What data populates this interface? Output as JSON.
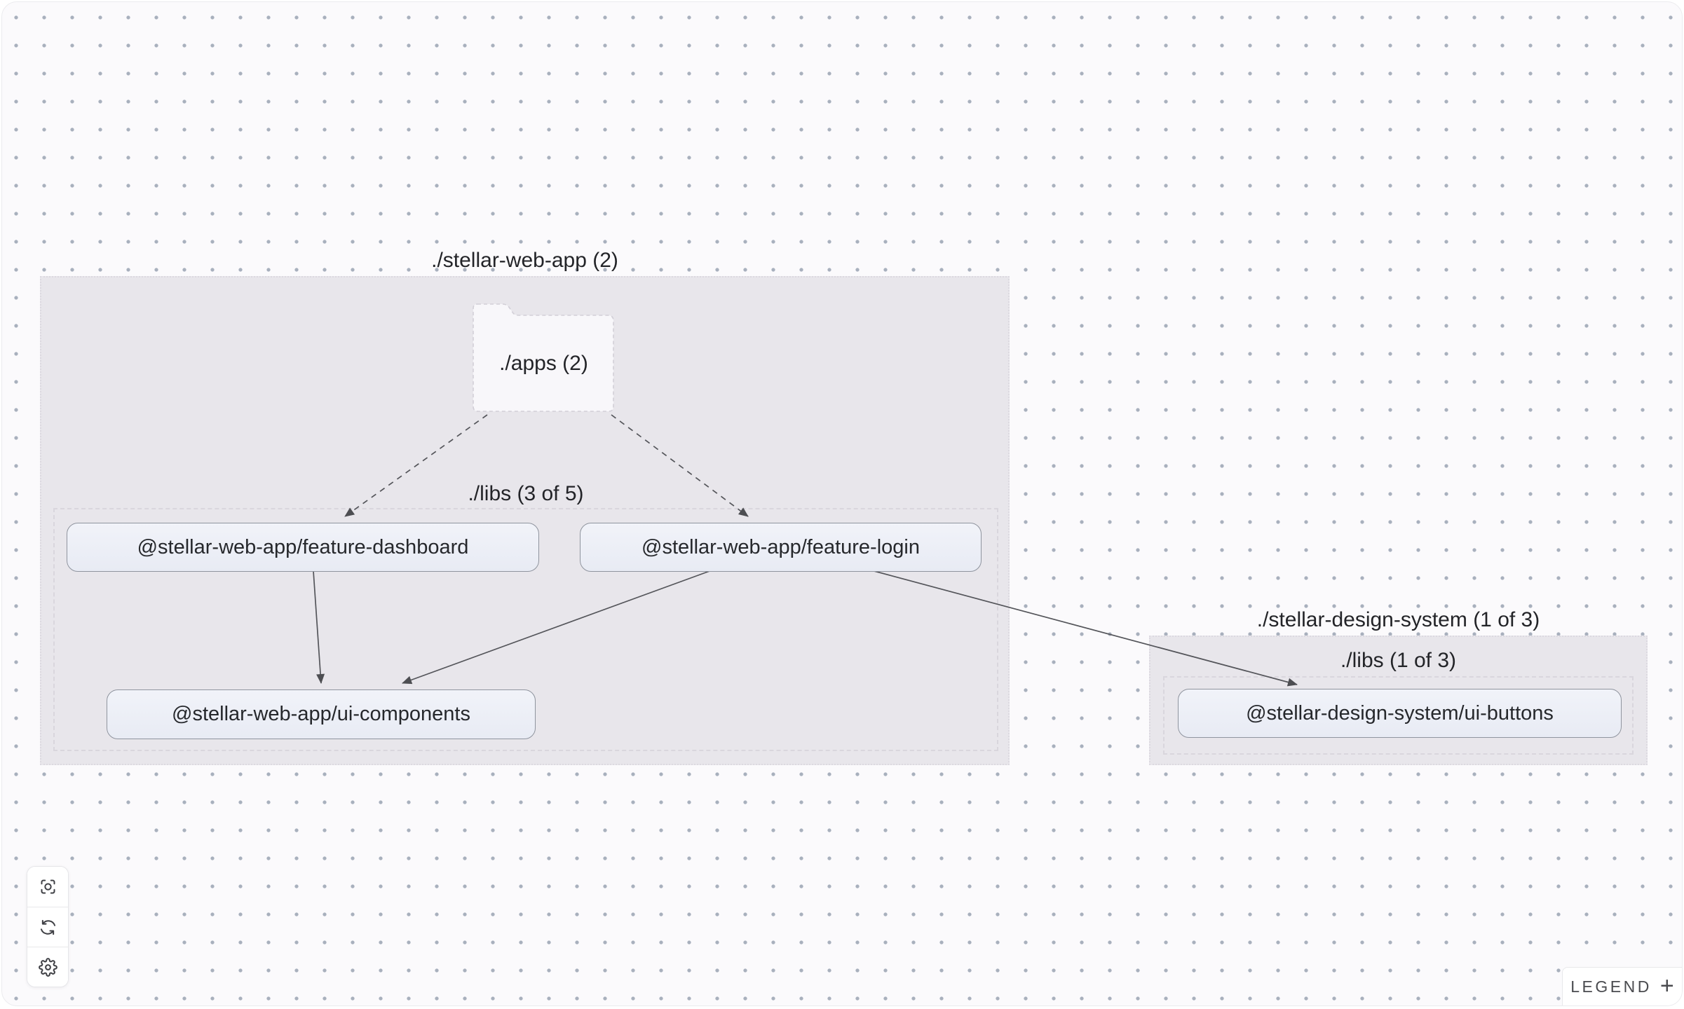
{
  "graph": {
    "groups": [
      {
        "id": "stellar-web-app",
        "label": "./stellar-web-app (2)",
        "folder": {
          "label": "./apps (2)"
        },
        "subgroup": {
          "label": "./libs (3 of 5)"
        }
      },
      {
        "id": "stellar-design-system",
        "label": "./stellar-design-system (1 of 3)",
        "subgroup": {
          "label": "./libs (1 of 3)"
        }
      }
    ],
    "nodes": [
      {
        "id": "feature-dashboard",
        "label": "@stellar-web-app/feature-dashboard"
      },
      {
        "id": "feature-login",
        "label": "@stellar-web-app/feature-login"
      },
      {
        "id": "ui-components",
        "label": "@stellar-web-app/ui-components"
      },
      {
        "id": "ui-buttons",
        "label": "@stellar-design-system/ui-buttons"
      }
    ],
    "edges": [
      {
        "from": "apps-folder",
        "to": "feature-dashboard",
        "style": "dashed"
      },
      {
        "from": "apps-folder",
        "to": "feature-login",
        "style": "dashed"
      },
      {
        "from": "feature-dashboard",
        "to": "ui-components",
        "style": "solid"
      },
      {
        "from": "feature-login",
        "to": "ui-components",
        "style": "solid"
      },
      {
        "from": "feature-login",
        "to": "ui-buttons",
        "style": "solid"
      }
    ]
  },
  "toolbar": {
    "buttons": [
      {
        "icon": "focus-icon"
      },
      {
        "icon": "refresh-icon"
      },
      {
        "icon": "gear-icon"
      }
    ]
  },
  "legend": {
    "label": "LEGEND",
    "expand": "+"
  },
  "colors": {
    "canvas_bg": "#fbfafc",
    "dot": "#a8b0bd",
    "group_fill": "#e8e6eb",
    "node_fill": "#eceff6",
    "node_border": "#8f949e",
    "edge": "#54555a",
    "text": "#232428"
  }
}
